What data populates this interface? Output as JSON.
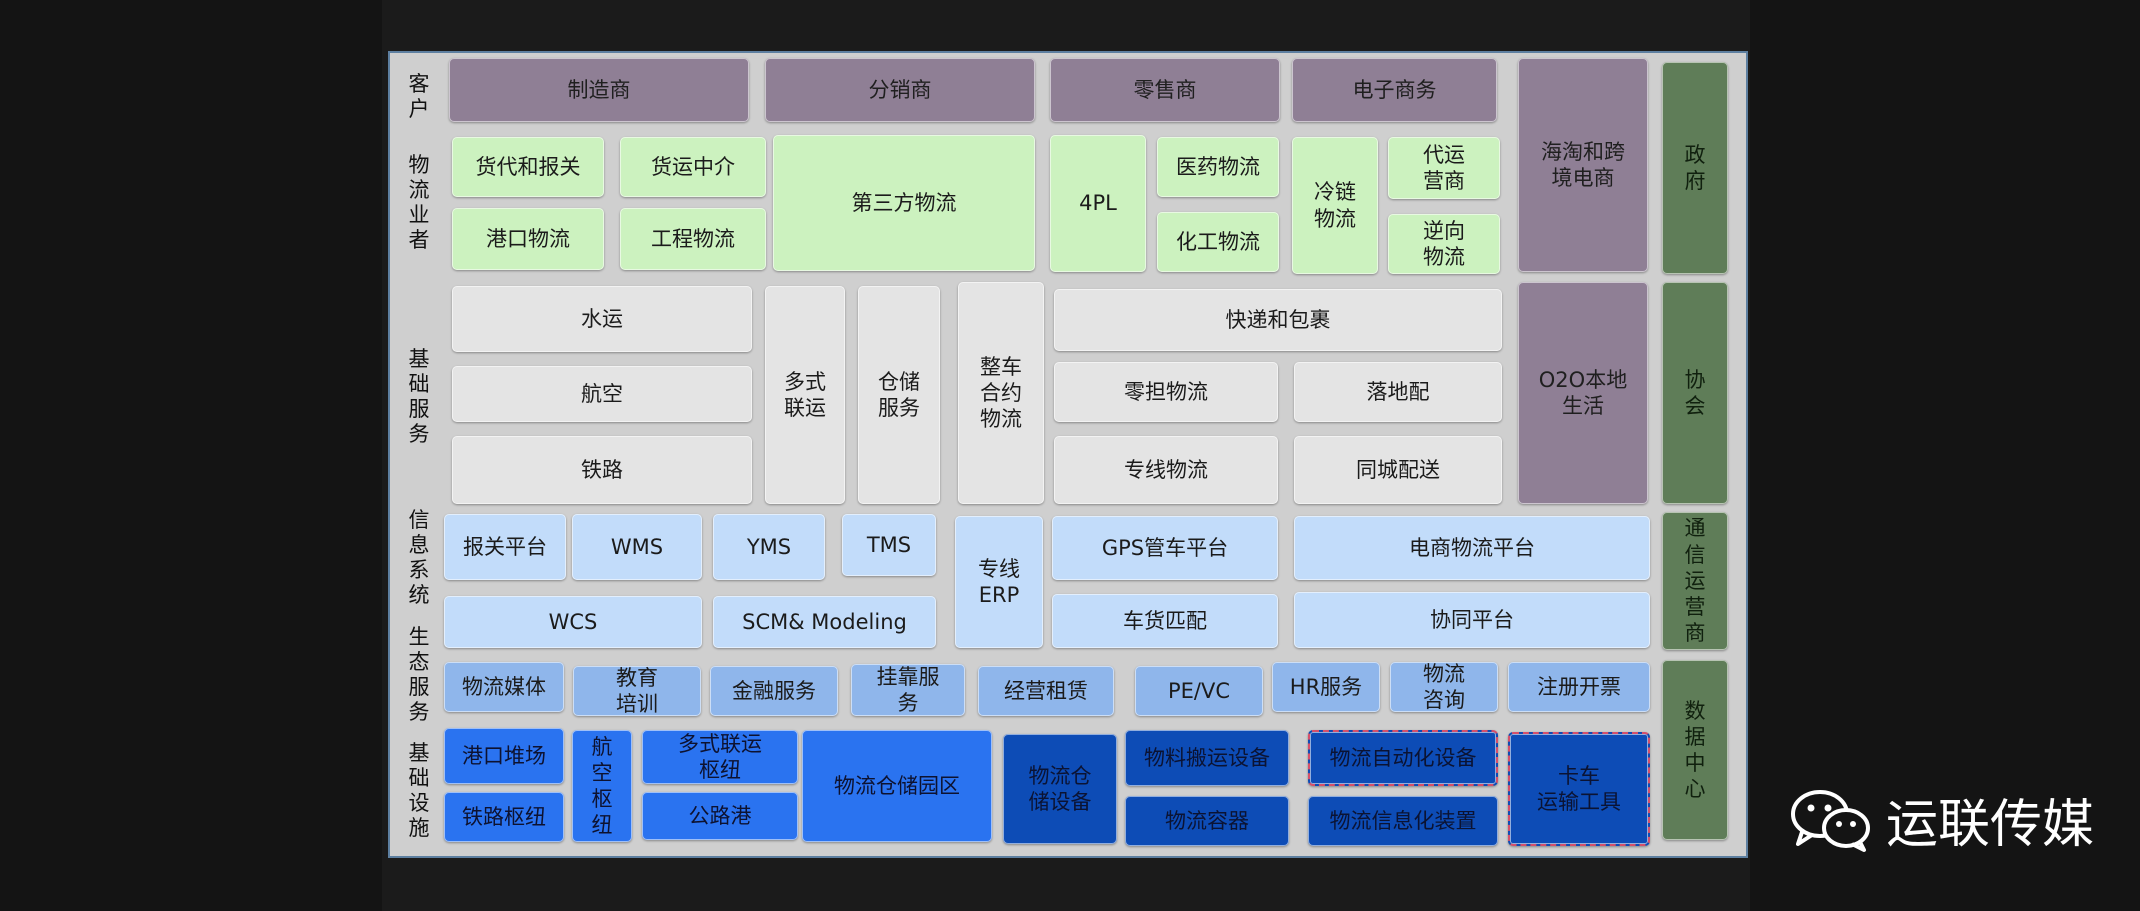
{
  "categories": [
    "客\n户",
    "物\n流\n业\n者",
    "基\n础\n服\n务",
    "信\n息\n系\n统",
    "生\n态\n服\n务",
    "基\n础\n设\n施"
  ],
  "customers": [
    "制造商",
    "分销商",
    "零售商",
    "电子商务"
  ],
  "logistics": [
    "货代和报关",
    "货运中介",
    "港口物流",
    "工程物流",
    "第三方物流",
    "4PL",
    "医药物流",
    "化工物流",
    "冷链\n物流",
    "代运\n营商",
    "逆向\n物流"
  ],
  "right_purple": [
    "海淘和跨\n境电商",
    "O2O本地\n生活"
  ],
  "gov_side": [
    "政\n府",
    "协\n会",
    "通\n信\n运\n营\n商",
    "数\n据\n中\n心"
  ],
  "basic_services": [
    "水运",
    "航空",
    "铁路",
    "多式\n联运",
    "仓储\n服务",
    "整车\n合约\n物流",
    "快递和包裹",
    "零担物流",
    "落地配",
    "专线物流",
    "同城配送"
  ],
  "info_systems": [
    "报关平台",
    "WMS",
    "YMS",
    "TMS",
    "专线\nERP",
    "GPS管车平台",
    "电商物流平台",
    "WCS",
    "SCM& Modeling",
    "车货匹配",
    "协同平台"
  ],
  "eco_services": [
    "物流媒体",
    "教育\n培训",
    "金融服务",
    "挂靠服\n务",
    "经营租赁",
    "PE/VC",
    "HR服务",
    "物流\n咨询",
    "注册开票"
  ],
  "infrastructure": [
    "港口堆场",
    "铁路枢纽",
    "航\n空\n枢\n纽",
    "多式联运\n枢纽",
    "公路港",
    "物流仓储园区",
    "物流仓\n储设备",
    "物料搬运设备",
    "物流容器",
    "物流自动化设备",
    "物流信息化装置",
    "卡车\n运输工具"
  ],
  "watermark": "运联传媒",
  "colors": {
    "customer": "#8f7f95",
    "logistics_provider": "#ccf2bf",
    "basic_service": "#e4e4e4",
    "info_system": "#c2dcfa",
    "eco_service": "#8fb6eb",
    "infrastructure_bright": "#2a73f0",
    "infrastructure_dark": "#0d4cb6",
    "government": "#5f7d58"
  }
}
